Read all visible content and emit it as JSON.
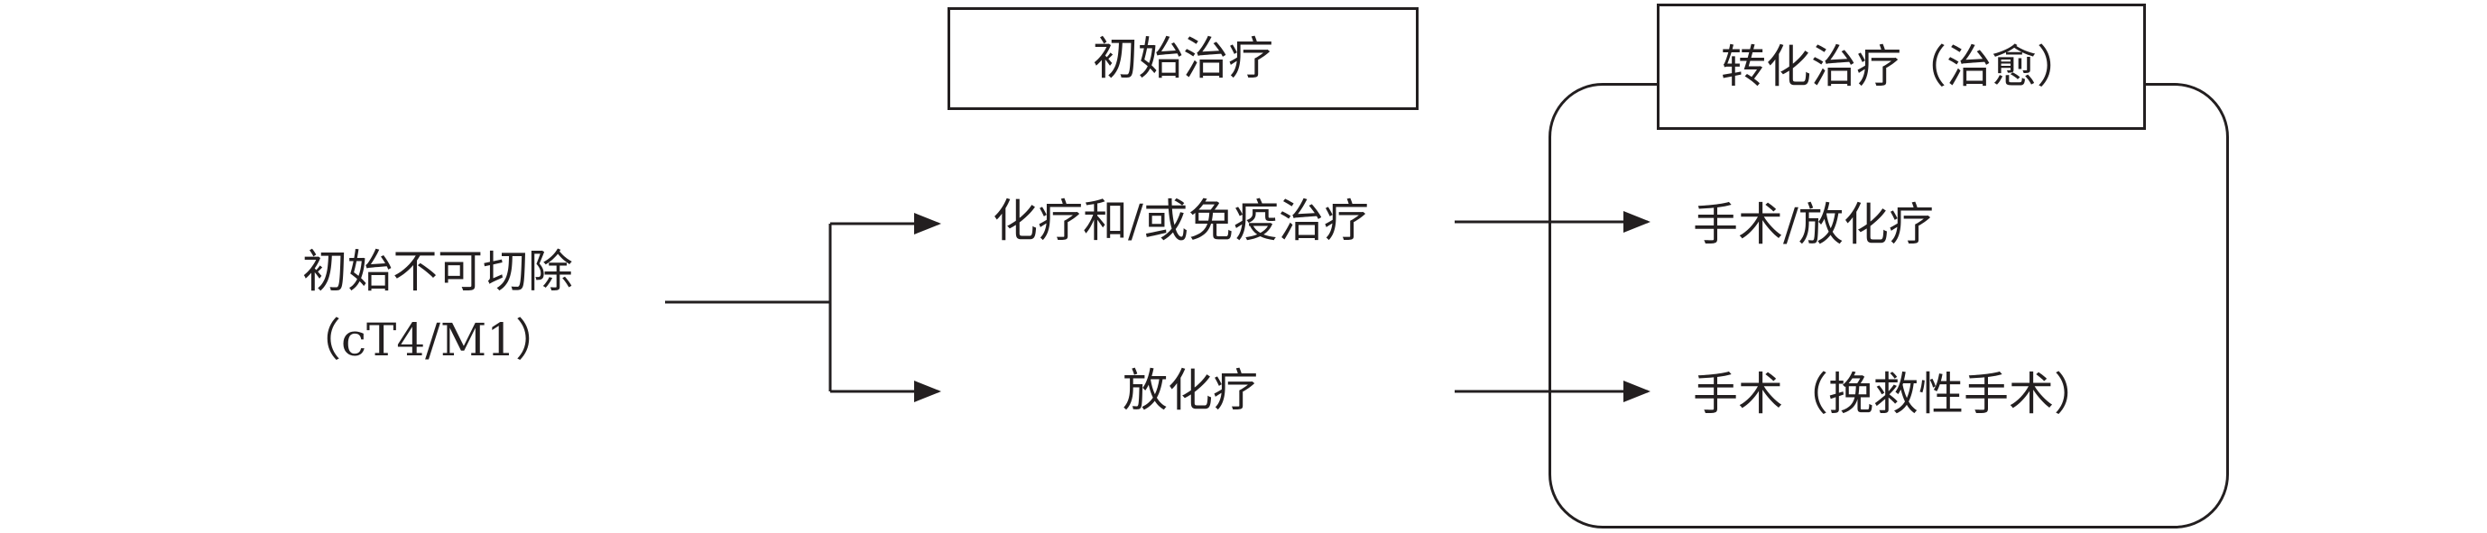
{
  "source": {
    "line1": "初始不可切除",
    "line2": "（cT4/M1）"
  },
  "columns": {
    "initial_treatment": "初始治疗",
    "conversion_treatment": "转化治疗（治愈）"
  },
  "pathways": [
    {
      "initial": "化疗和/或免疫治疗",
      "conversion": "手术/放化疗"
    },
    {
      "initial": "放化疗",
      "conversion": "手术（挽救性手术）"
    }
  ],
  "colors": {
    "ink": "#231f20",
    "background": "#ffffff"
  }
}
